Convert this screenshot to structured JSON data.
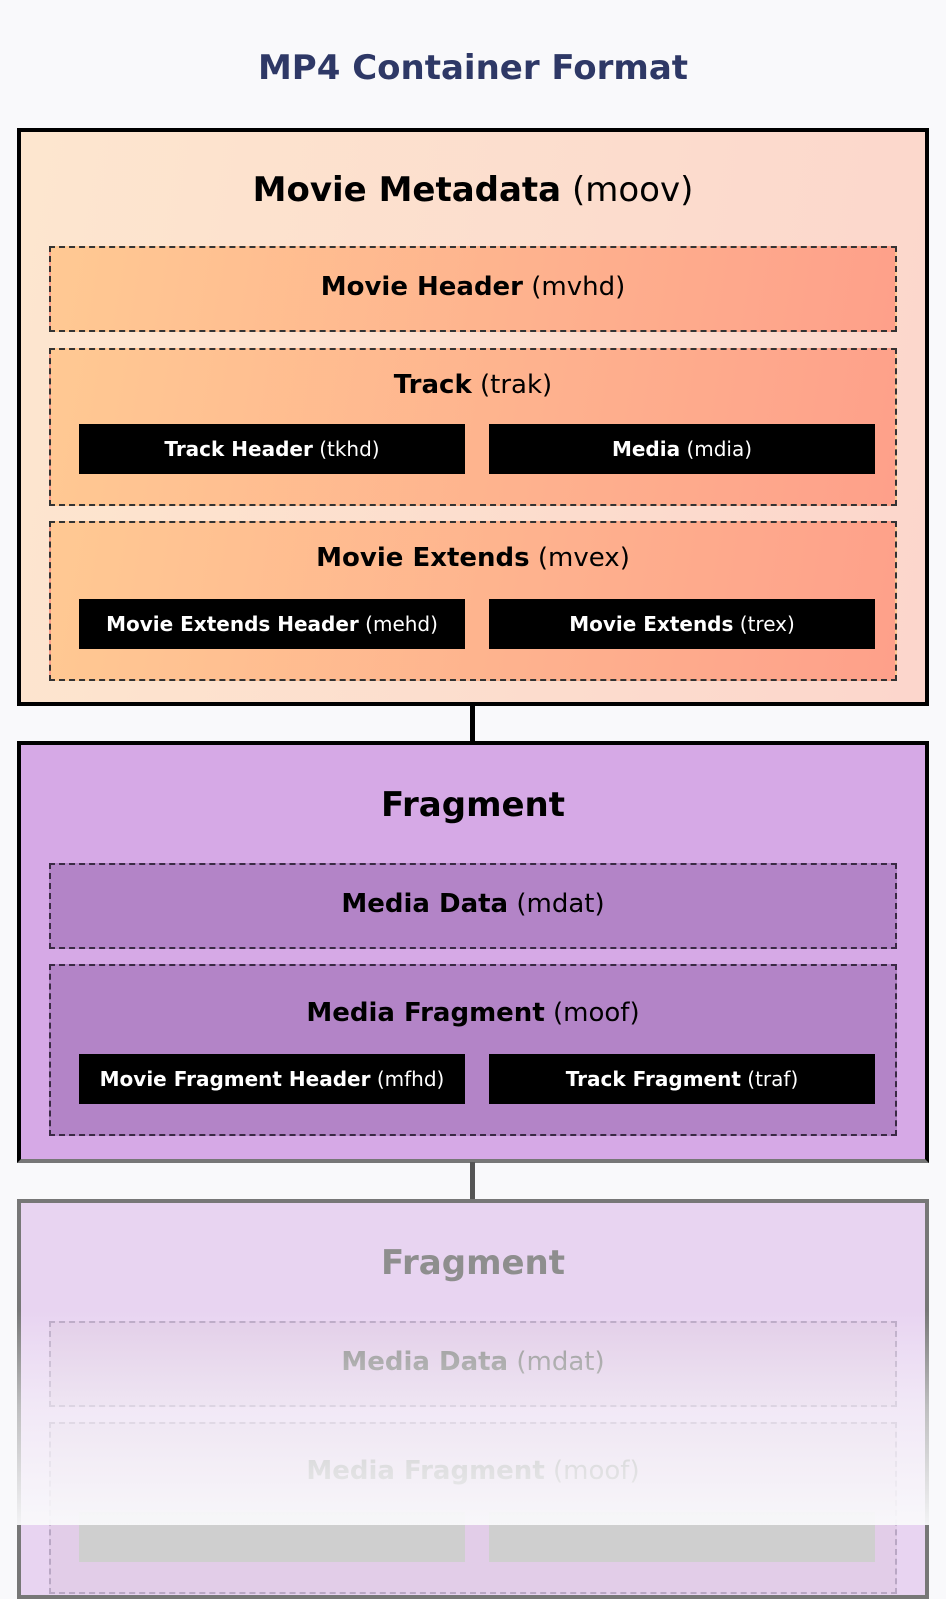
{
  "title": "MP4 Container Format",
  "moov": {
    "name": "Movie Metadata",
    "code": "(moov)",
    "mvhd": {
      "name": "Movie Header",
      "code": "(mvhd)"
    },
    "trak": {
      "name": "Track",
      "code": "(trak)",
      "tkhd": {
        "name": "Track Header",
        "code": "(tkhd)"
      },
      "mdia": {
        "name": "Media",
        "code": "(mdia)"
      }
    },
    "mvex": {
      "name": "Movie Extends",
      "code": "(mvex)",
      "mehd": {
        "name": "Movie Extends Header",
        "code": "(mehd)"
      },
      "trex": {
        "name": "Movie Extends",
        "code": "(trex)"
      }
    }
  },
  "fragment1": {
    "name": "Fragment",
    "mdat": {
      "name": "Media Data",
      "code": "(mdat)"
    },
    "moof": {
      "name": "Media Fragment",
      "code": "(moof)",
      "mfhd": {
        "name": "Movie Fragment Header",
        "code": "(mfhd)"
      },
      "traf": {
        "name": "Track Fragment",
        "code": "(traf)"
      }
    }
  },
  "fragment2": {
    "name": "Fragment",
    "mdat": {
      "name": "Media Data",
      "code": "(mdat)"
    },
    "moof": {
      "name": "Media Fragment",
      "code": "(moof)"
    }
  },
  "colors": {
    "title": "#2e3866",
    "moov_bg": "#fde6cf",
    "moov_sub_start": "#ffc993",
    "moov_sub_end": "#fea08a",
    "fragment_bg": "#d6a9e6",
    "fragment_sub": "#b384c7",
    "leaf_bg": "#000000"
  }
}
